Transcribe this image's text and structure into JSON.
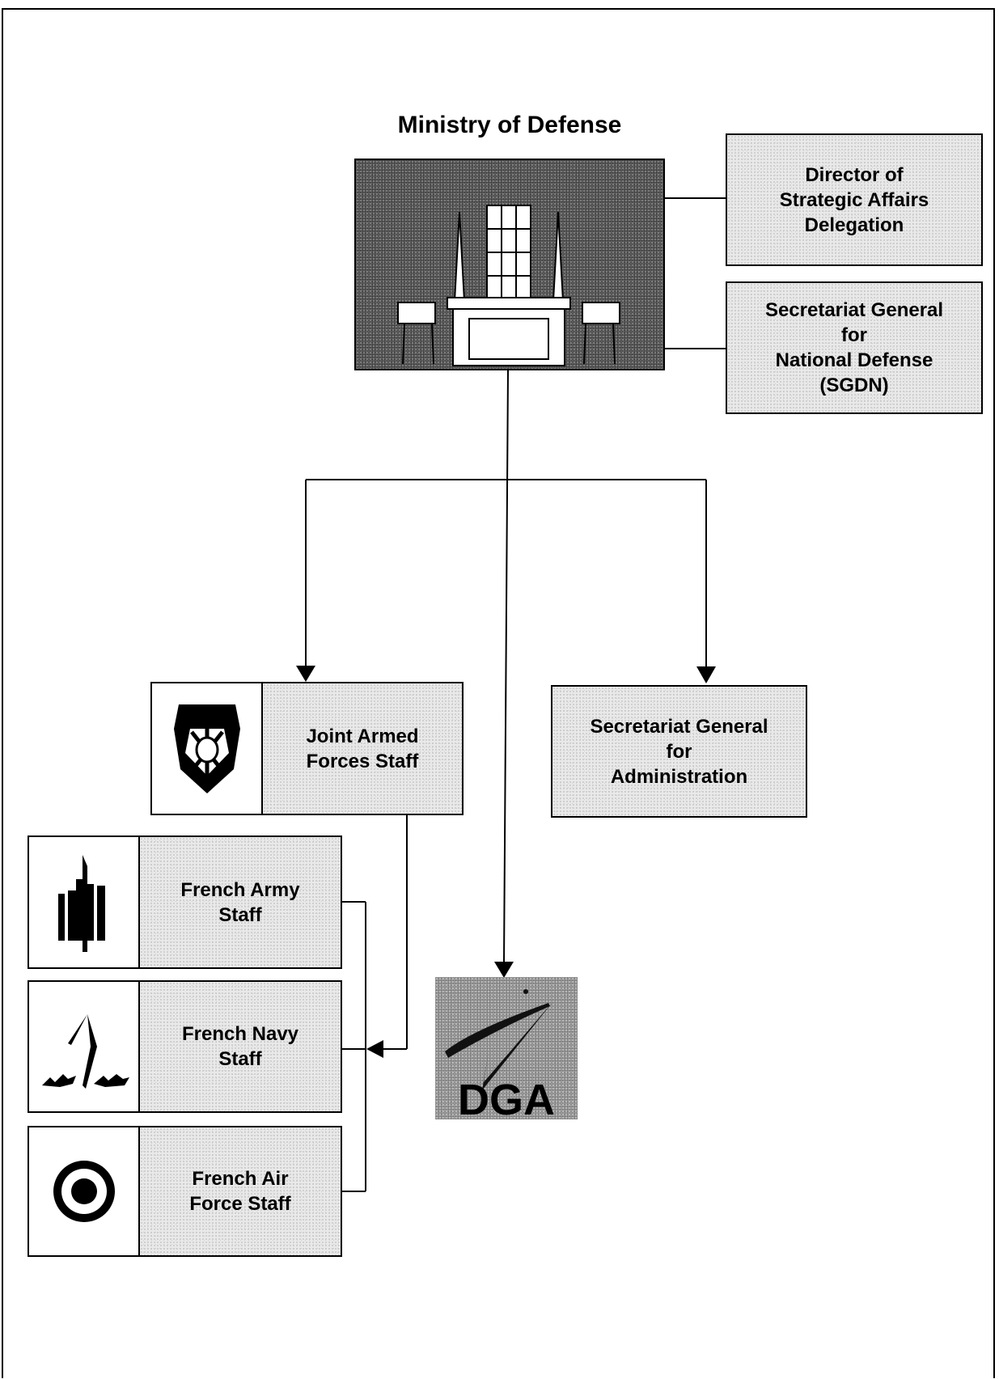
{
  "title": "Ministry of Defense",
  "top_right": {
    "director": "Director of\nStrategic Affairs\nDelegation",
    "sgdn": "Secretariat General\nfor\nNational Defense\n(SGDN)"
  },
  "joint": {
    "label": "Joint Armed\nForces Staff"
  },
  "admin": {
    "label": "Secretariat General\nfor\nAdministration"
  },
  "services": {
    "army": "French Army\nStaff",
    "navy": "French Navy\nStaff",
    "air": "French Air\nForce Staff"
  },
  "dga_logo_text": "DGA",
  "colors": {
    "fill": "#e9e9e9",
    "line": "#000000"
  }
}
